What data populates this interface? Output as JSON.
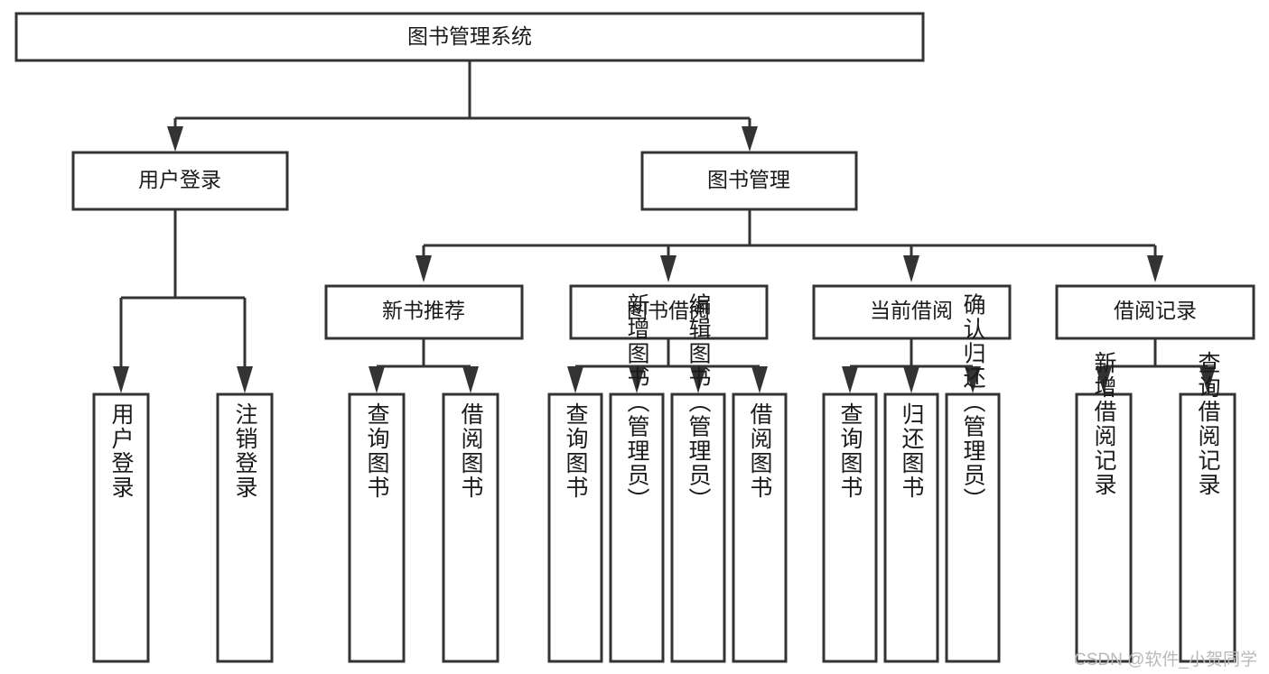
{
  "diagram": {
    "type": "tree-hierarchy-diagram",
    "title": "图书管理系统",
    "levels": 4,
    "colors": {
      "box_stroke": "#333333",
      "box_fill": "#ffffff",
      "connector": "#333333",
      "text": "#1a1a1a",
      "background": "#ffffff",
      "watermark": "#b9b9b9"
    },
    "root": {
      "label": "图书管理系统"
    },
    "level2": [
      {
        "label": "用户登录"
      },
      {
        "label": "图书管理"
      }
    ],
    "level3": [
      {
        "label": "新书推荐"
      },
      {
        "label": "图书借阅"
      },
      {
        "label": "当前借阅"
      },
      {
        "label": "借阅记录"
      }
    ],
    "leaves_user_login": [
      {
        "label": "用户登录"
      },
      {
        "label": "注销登录"
      }
    ],
    "leaves_new_book": [
      {
        "label": "查询图书"
      },
      {
        "label": "借阅图书"
      }
    ],
    "leaves_borrow": [
      {
        "label": "查询图书"
      },
      {
        "label": "新增图书（管理员）"
      },
      {
        "label": "编辑图书（管理员）"
      },
      {
        "label": "借阅图书"
      }
    ],
    "leaves_current": [
      {
        "label": "查询图书"
      },
      {
        "label": "归还图书"
      },
      {
        "label": "确认归还（管理员）"
      }
    ],
    "leaves_records": [
      {
        "label": "新增借阅记录"
      },
      {
        "label": "查询借阅记录"
      }
    ]
  },
  "watermark": {
    "text": "CSDN @软件_小贺同学"
  }
}
